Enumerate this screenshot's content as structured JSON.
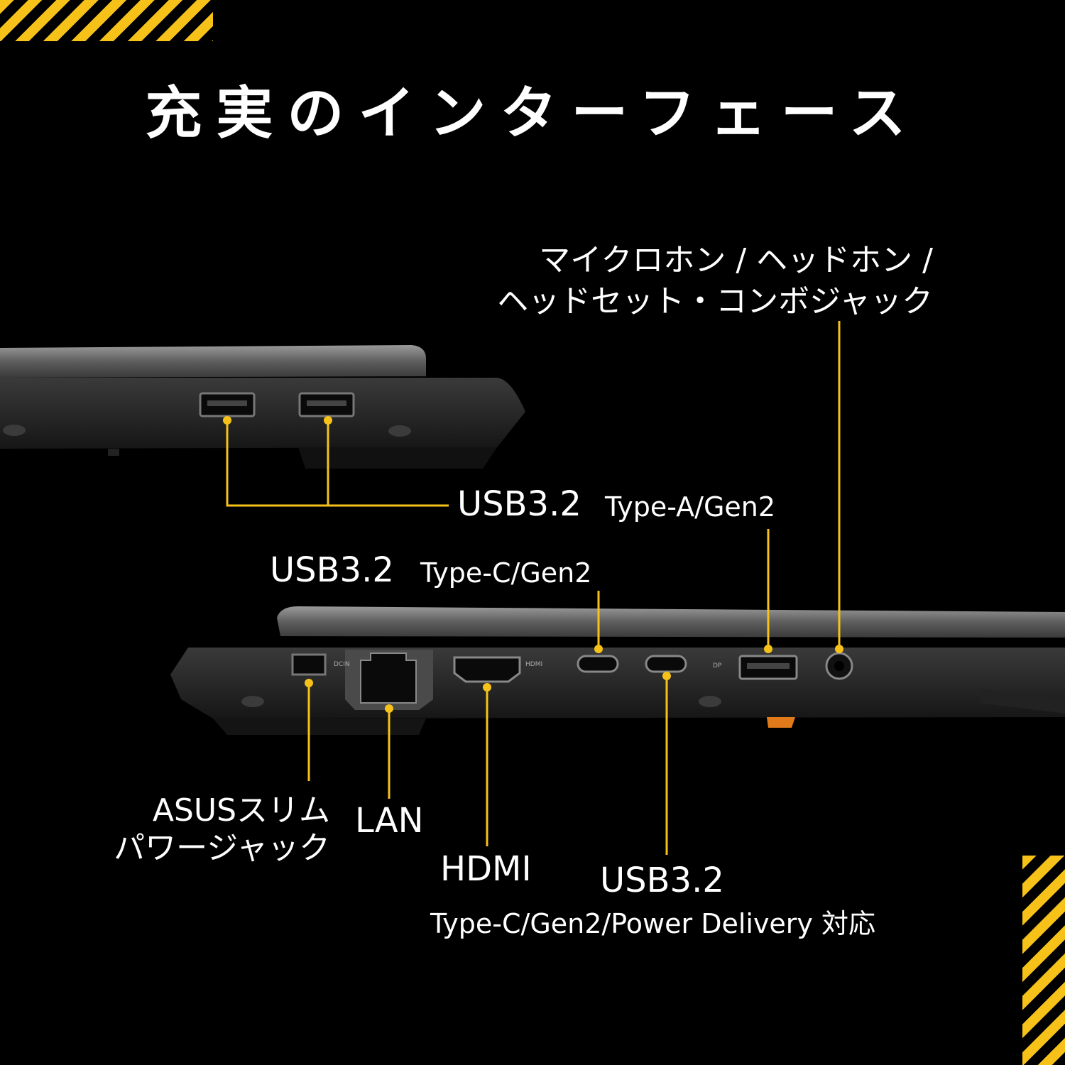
{
  "title": "充実のインターフェース",
  "labels": {
    "audio_line1": "マイクロホン / ヘッドホン /",
    "audio_line2": "ヘッドセット・コンボジャック",
    "usb_a_main": "USB3.2",
    "usb_a_sub": "Type-A/Gen2",
    "usb_c_main": "USB3.2",
    "usb_c_sub": "Type-C/Gen2",
    "power_line1": "ASUSスリム",
    "power_line2": "パワージャック",
    "lan": "LAN",
    "hdmi": "HDMI",
    "usb_pd_main": "USB3.2",
    "usb_pd_sub": "Type-C/Gen2/Power Delivery 対応"
  },
  "port_markings": {
    "dcin": "DCIN",
    "hdmi": "HDMI",
    "dp": "DP"
  },
  "colors": {
    "accent": "#f6c21a",
    "background": "#000000",
    "laptop_body": "#2a2a2a",
    "laptop_lid": "#8a8a8a"
  }
}
